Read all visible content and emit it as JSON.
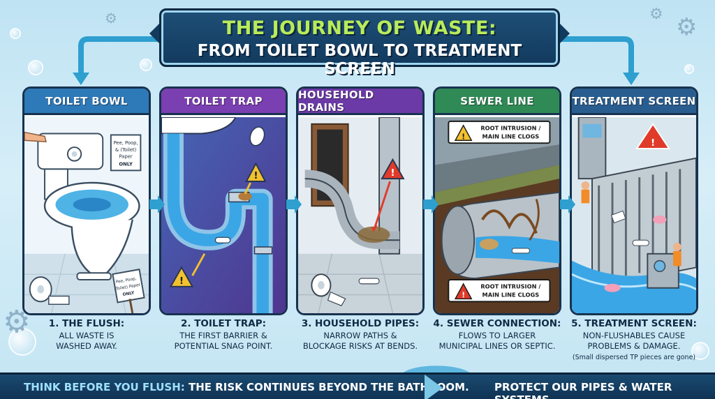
{
  "title": {
    "line1": "THE JOURNEY OF WASTE:",
    "line2": "FROM TOILET BOWL TO TREATMENT SCREEN"
  },
  "colors": {
    "title_bg": "#123a5e",
    "title_accent": "#b8ec5a",
    "head_toilet": "#2e79b8",
    "head_trap": "#7a3fb0",
    "head_drains": "#6b3aa6",
    "head_sewer": "#2f8a55",
    "head_screen": "#2a5d8f",
    "warning": "#f2c12e",
    "danger": "#d83a2a"
  },
  "panels": [
    {
      "heading": "TOILET BOWL",
      "sign": "Pee, Poop, & (Toilet) Paper ONLY",
      "sign_small": "Pee, Poop, & (Toilet) Paper ONLY",
      "icon": "toilet-icon"
    },
    {
      "heading": "TOILET TRAP",
      "icon": "s-trap-pipe-icon"
    },
    {
      "heading": "HOUSEHOLD DRAINS",
      "icon": "drain-pipe-icon"
    },
    {
      "heading": "SEWER LINE",
      "warning_top": "ROOT INTRUSION / MAIN LINE CLOGS",
      "warning_bottom": "ROOT INTRUSION / MAIN LINE CLOGS",
      "icon": "sewer-pipe-icon"
    },
    {
      "heading": "TREATMENT SCREEN",
      "icon": "treatment-screen-icon"
    }
  ],
  "captions": [
    {
      "title": "1. THE FLUSH:",
      "body": [
        "ALL WASTE IS",
        "WASHED AWAY."
      ]
    },
    {
      "title": "2. TOILET TRAP:",
      "body": [
        "THE FIRST BARRIER &",
        "POTENTIAL SNAG POINT."
      ]
    },
    {
      "title": "3. HOUSEHOLD PIPES:",
      "body": [
        "NARROW PATHS &",
        "BLOCKAGE RISKS AT BENDS."
      ]
    },
    {
      "title": "4. SEWER CONNECTION:",
      "body": [
        "FLOWS TO LARGER",
        "MUNICIPAL LINES OR SEPTIC."
      ]
    },
    {
      "title": "5. TREATMENT SCREEN:",
      "body": [
        "NON-FLUSHABLES CAUSE",
        "PROBLEMS & DAMAGE."
      ],
      "note": "(Small dispersed TP pieces are gone)"
    }
  ],
  "footer": {
    "left_highlight": "THINK BEFORE YOU FLUSH:",
    "left_rest": " THE RISK CONTINUES BEYOND THE BATHROOM.",
    "right": "PROTECT OUR PIPES & WATER SYSTEMS"
  }
}
